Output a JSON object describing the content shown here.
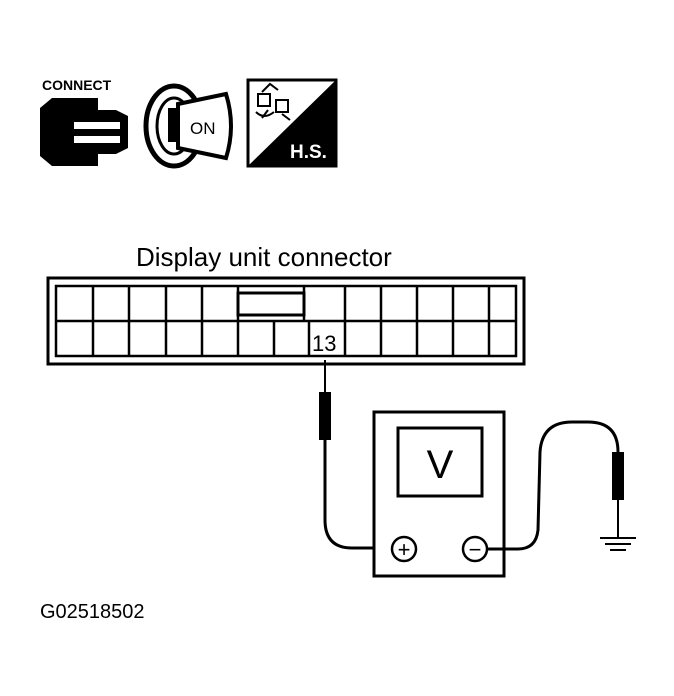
{
  "icons": {
    "connect_label": "CONNECT",
    "ignition_label": "ON",
    "harness_label": "H.S."
  },
  "connector": {
    "title": "Display unit connector",
    "terminal": "13"
  },
  "meter": {
    "label": "V",
    "positive": "+",
    "negative": "−"
  },
  "figure_id": "G02518502"
}
